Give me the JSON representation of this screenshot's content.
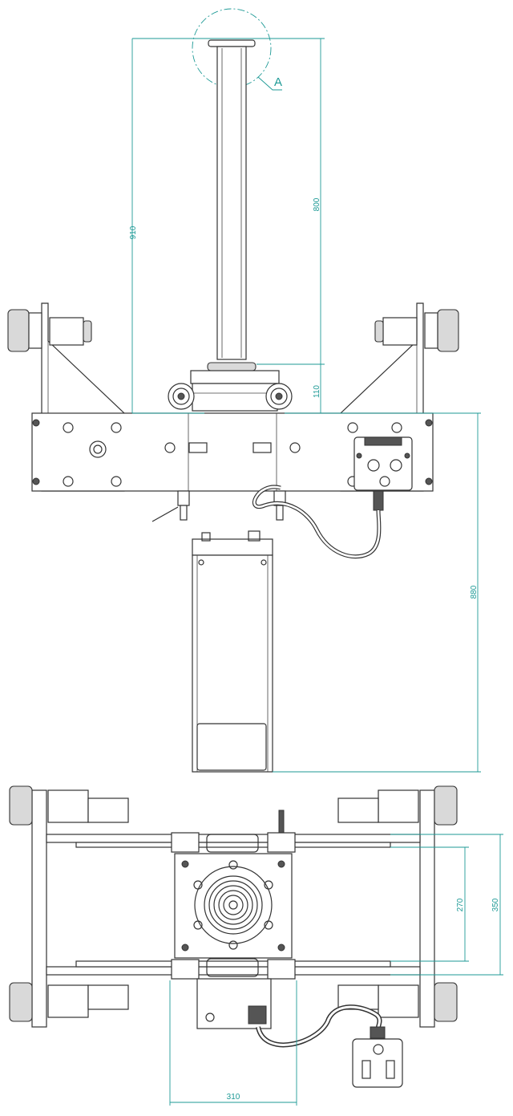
{
  "colors": {
    "dimension": "#1e9a96",
    "outline": "#333333",
    "fill": "#d9d9d9"
  },
  "detail_label": "A",
  "dimensions": {
    "total_height_top": "910",
    "stroke_height": "800",
    "saddle_height": "110",
    "body_height": "880",
    "inner_width": "270",
    "outer_width": "350",
    "base_width": "310"
  }
}
